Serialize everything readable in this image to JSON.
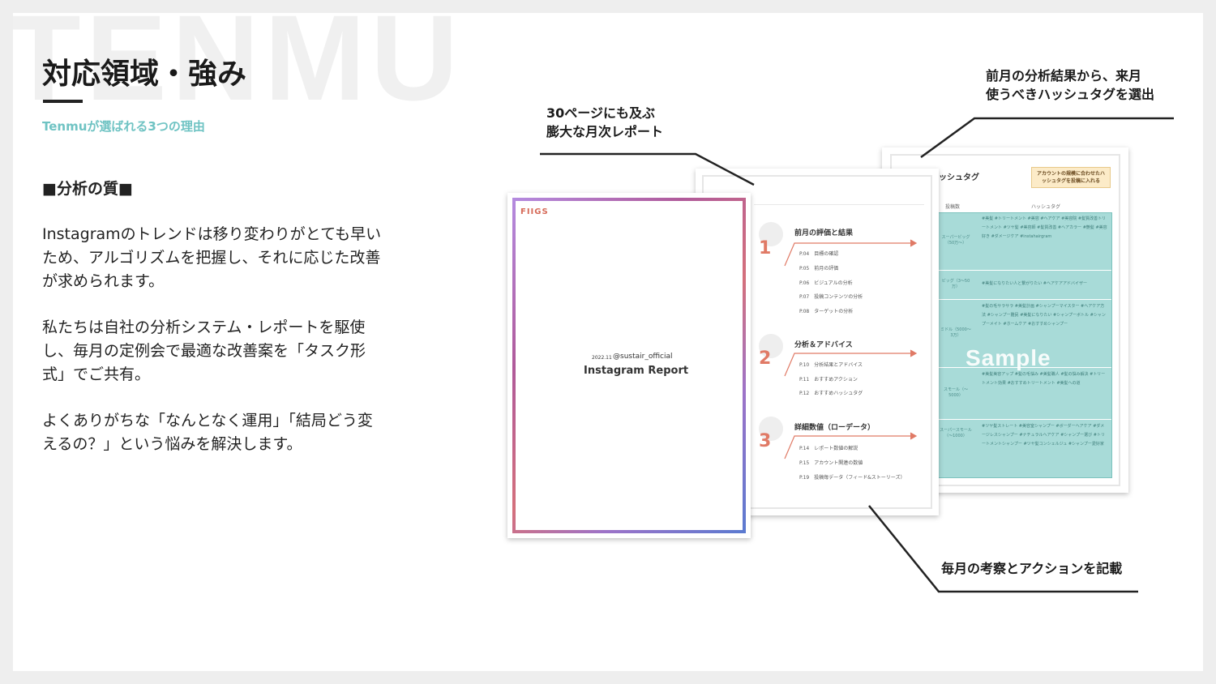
{
  "slide": {
    "watermark": "TENMU",
    "title": "対応領域・強み",
    "subtitle": "Tenmuが選ばれる3つの理由",
    "section_heading": "■分析の質■",
    "paragraph1": "Instagramのトレンドは移り変わりがとても早いため、アルゴリズムを把握し、それに応じた改善が求められます。",
    "paragraph2": "私たちは自社の分析システム・レポートを駆使し、毎月の定例会で最適な改善案を「タスク形式」でご共有。",
    "paragraph3": "よくありがちな「なんとなく運用」「結局どう変えるの？」という悩みを解決します。"
  },
  "callouts": {
    "report_line1": "30ページにも及ぶ",
    "report_line2": "膨大な月次レポート",
    "hashtag_line1": "前月の分析結果から、来月",
    "hashtag_line2": "使うべきハッシュタグを選出",
    "action": "毎月の考察とアクションを記載"
  },
  "cover_page": {
    "logo": "FIIGS",
    "date": "2022.11",
    "handle": "@sustair_official",
    "report_title": "Instagram Report"
  },
  "contents_page": {
    "sections": [
      {
        "number": "1",
        "title": "前月の評価と結果",
        "items": [
          "P.04　目標の確認",
          "P.05　前月の評価",
          "P.06　ビジュアルの分析",
          "P.07　投稿コンテンツの分析",
          "P.08　ターゲットの分析"
        ]
      },
      {
        "number": "2",
        "title": "分析＆アドバイス",
        "items": [
          "P.10　分析結果とアドバイス",
          "P.11　おすすめアクション",
          "P.12　おすすめハッシュタグ"
        ]
      },
      {
        "number": "3",
        "title": "詳細数値（ローデータ）",
        "items": [
          "P.14　レポート数値の解説",
          "P.15　アカウント関連の数値",
          "P.19　投稿毎データ（フィード&ストーリーズ）"
        ]
      }
    ]
  },
  "hashtag_page": {
    "title": "ハッシュタグ",
    "note": "アカウントの規模に合わせたハッシュタグを投稿に入れる",
    "col_count": "投稿数",
    "col_tags": "ハッシュタグ",
    "sample_label": "Sample",
    "rows": [
      {
        "label": "スーパービッグ（50万〜）",
        "tags": "#美髪 #トリートメント #美容 #ヘアケア #美容院 #髪質改善トリートメント #ツヤ髪 #美容師 #髪質改善 #ヘアカラー #艶髪 #美容好き #ダメージケア #instahairgram"
      },
      {
        "label": "ビッグ（3〜50万）",
        "tags": "#美髪になりたい人と繋がりたい #ヘアケアアドバイザー"
      },
      {
        "label": "ミドル（5000〜3万）",
        "tags": "#髪の毛サラサラ #美髪計画 #シャンプーマイスター #ヘアケア方法 #シャンプー難民 #美髪になりたい #シャンプーボトル #シャンプーメイト #ホームケア #おすすめシャンプー"
      },
      {
        "label": "スモール（〜5000）",
        "tags": "#美髪美容アップ #髪の毛悩み #美髪職人 #髪の悩み解決 #トリートメント効果 #おすすめトリートメント #美髪への道"
      },
      {
        "label": "スーパースモール（〜1000）",
        "tags": "#ツヤ髪ストレート #美容室シャンプー #ボーダーヘアケア #ダメージレスシャンプー #ナチュラルヘアケア #シャンプー選び #トリートメントシャンプー #ツヤ髪コンシェルジュ #シャンプー愛好家"
      }
    ]
  }
}
